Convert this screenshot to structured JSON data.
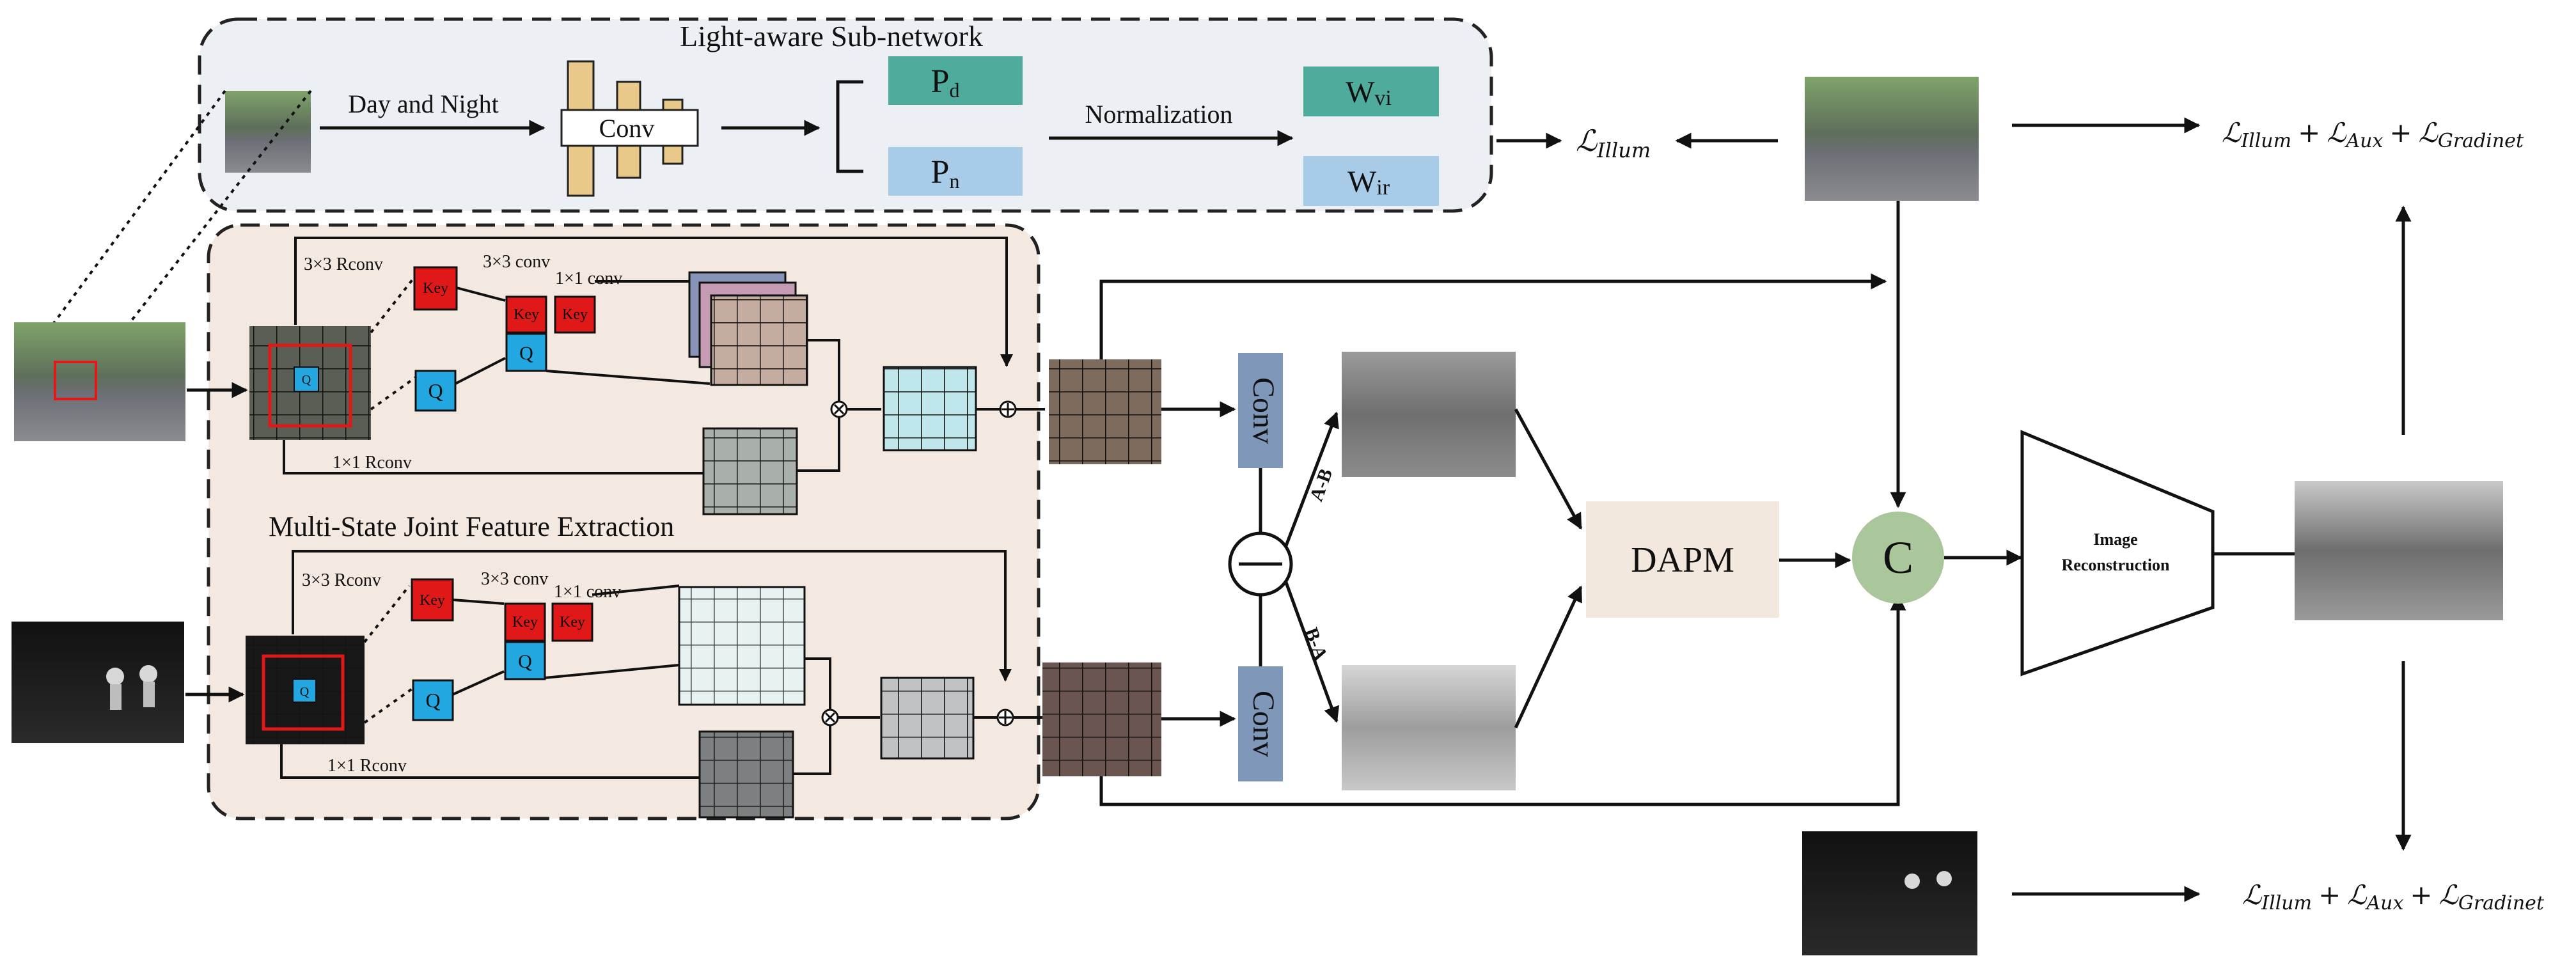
{
  "light_aware": {
    "title": "Light-aware Sub-network",
    "day_night": "Day and Night",
    "conv": "Conv",
    "pd": "P",
    "pd_sub": "d",
    "pn": "P",
    "pn_sub": "n",
    "normalization": "Normalization",
    "wvi": "W",
    "wvi_sub": "vi",
    "wir": "W",
    "wir_sub": "ir",
    "loss_illum": "ℒ",
    "loss_illum_sub": "Illum"
  },
  "feature_extraction": {
    "title": "Multi-State Joint Feature Extraction",
    "rconv3_label": "3×3 Rconv",
    "conv3_label": "3×3 conv",
    "conv1_label": "1×1 conv",
    "rconv1_label": "1×1 Rconv",
    "key_label": "Key",
    "q_label": "Q"
  },
  "diff_branch": {
    "conv_label": "Conv",
    "a_minus_b": "A-B",
    "b_minus_a": "B-A"
  },
  "fusion": {
    "dapm_label": "DAPM",
    "concat_label": "C",
    "reconstruction_label_1": "Image",
    "reconstruction_label_2": "Reconstruction"
  },
  "losses": {
    "L": "ℒ",
    "illum": "Illum",
    "aux": "Aux",
    "gradinet": "Gradinet",
    "plus": "+"
  },
  "colors": {
    "light_aware_bg": "#eceff3",
    "feature_bg": "#f4e9e1",
    "pd_teal": "#4fac9c",
    "pn_blue": "#a8cbe8",
    "conv_gold": "#e8c98a",
    "key_red": "#e01818",
    "q_blue": "#22a7e0",
    "conv_slate": "#7f97b8",
    "dapm_bg": "#f3e8de",
    "concat_green": "#a9c79a",
    "teal_grid": "#bfe6ea",
    "light_grid": "#e8f2f2",
    "gray_grid": "#c0c2c4"
  }
}
